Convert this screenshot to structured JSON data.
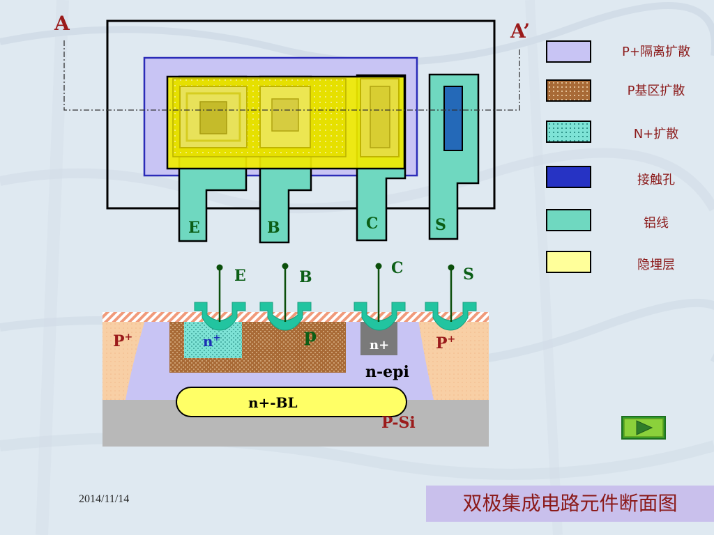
{
  "section_label_left": "A",
  "section_label_right": "A’",
  "layout_terminals": {
    "e": "E",
    "b": "B",
    "c": "C",
    "s": "S"
  },
  "cross_terminals": {
    "e": "E",
    "b": "B",
    "c": "C",
    "s": "S"
  },
  "region_labels": {
    "p_iso_left": "P",
    "p_iso_right": "P",
    "plus_sup": "+",
    "n_plus_emitter": "n",
    "p_base": "p",
    "n_plus_collector": "n+",
    "n_epi": "n-epi",
    "n_bl": "n+-BL",
    "p_si": "P-Si"
  },
  "legend": [
    {
      "label": "P+隔离扩散",
      "color": "#c8c4f4"
    },
    {
      "label": "P基区扩散",
      "color": "#a86a36"
    },
    {
      "label": "N+扩散",
      "color": "#7ee3d6"
    },
    {
      "label": "接触孔",
      "color": "#2633c4"
    },
    {
      "label": "铝线",
      "color": "#6fd8c0"
    },
    {
      "label": "隐埋层",
      "color": "#ffff9a"
    }
  ],
  "date": "2014/11/14",
  "title": "双极集成电路元件断面图",
  "icons": {
    "play": "play-icon"
  }
}
